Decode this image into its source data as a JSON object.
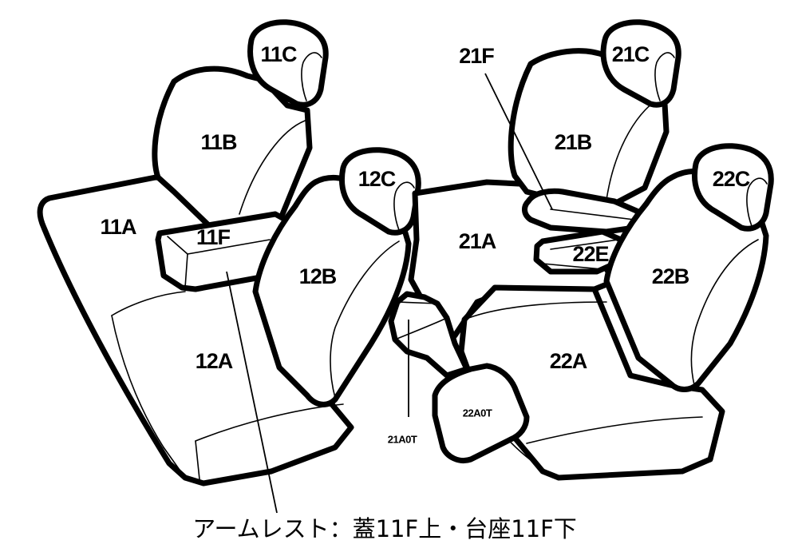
{
  "parts": {
    "11A": "11A",
    "11B": "11B",
    "11C": "11C",
    "11F": "11F",
    "12A": "12A",
    "12B": "12B",
    "12C": "12C",
    "21A": "21A",
    "21B": "21B",
    "21C": "21C",
    "21F": "21F",
    "21A0T": "21A0T",
    "22A": "22A",
    "22B": "22B",
    "22C": "22C",
    "22E": "22E",
    "22A0T": "22A0T"
  },
  "caption": "アームレスト：蓋11F上・台座11F下",
  "colors": {
    "line": "#000000",
    "fill": "#ffffff"
  }
}
